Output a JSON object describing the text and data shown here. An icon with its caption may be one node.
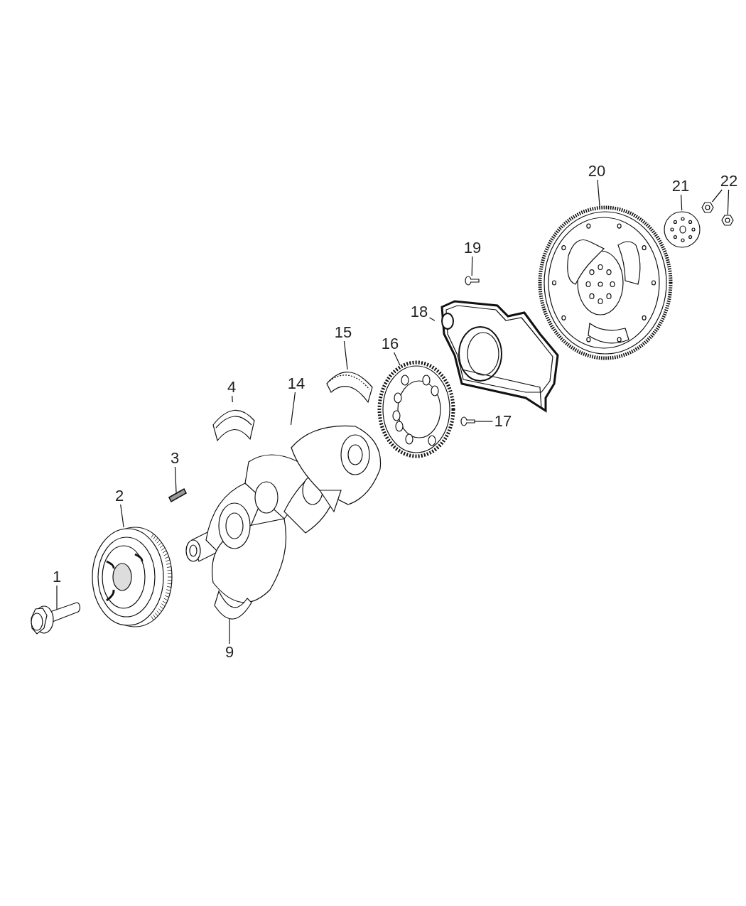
{
  "diagram": {
    "nodes": [
      {
        "text": [
          "1"
        ]
      },
      {
        "text": [
          "2"
        ]
      },
      {
        "text": [
          "3"
        ]
      },
      {
        "text": [
          "4"
        ]
      },
      {
        "text": [
          "9"
        ]
      },
      {
        "text": [
          "14"
        ]
      },
      {
        "text": [
          "15"
        ]
      },
      {
        "text": [
          "16"
        ]
      },
      {
        "text": [
          "17"
        ]
      },
      {
        "text": [
          "18"
        ]
      },
      {
        "text": [
          "19"
        ]
      },
      {
        "text": [
          "20"
        ]
      },
      {
        "text": [
          "21"
        ]
      },
      {
        "text": [
          "22"
        ]
      },
      {
        "text": [],
        "shape": "picture"
      },
      {
        "text": [],
        "shape": "picture"
      },
      {
        "text": [],
        "shape": "picture"
      },
      {
        "text": [],
        "shape": "picture"
      },
      {
        "text": [],
        "shape": "picture"
      },
      {
        "text": [],
        "shape": "picture"
      },
      {
        "text": [],
        "shape": "picture"
      },
      {
        "text": [],
        "shape": "picture"
      },
      {
        "text": [],
        "shape": "picture"
      },
      {
        "text": [],
        "shape": "picture"
      },
      {
        "text": [],
        "shape": "picture"
      },
      {
        "text": [],
        "shape": "picture"
      },
      {
        "text": [],
        "shape": "picture"
      },
      {
        "text": [],
        "shape": "picture"
      },
      {
        "text": [],
        "shape": "picture"
      }
    ],
    "edges": [
      {
        "from": 0,
        "to": 14,
        "arrow": "none"
      },
      {
        "from": 1,
        "to": 15,
        "arrow": "none"
      },
      {
        "from": 2,
        "to": 16,
        "arrow": "none"
      },
      {
        "from": 3,
        "to": 18,
        "arrow": "none"
      },
      {
        "from": 4,
        "to": 19,
        "arrow": "none"
      },
      {
        "from": 5,
        "to": 17,
        "arrow": "none"
      },
      {
        "from": 6,
        "to": 20,
        "arrow": "none"
      },
      {
        "from": 7,
        "to": 21,
        "arrow": "none"
      },
      {
        "from": 8,
        "to": 23,
        "arrow": "none"
      },
      {
        "from": 9,
        "to": 22,
        "arrow": "none"
      },
      {
        "from": 10,
        "to": 24,
        "arrow": "none"
      },
      {
        "from": 11,
        "to": 25,
        "arrow": "none"
      },
      {
        "from": 12,
        "to": 26,
        "arrow": "none"
      },
      {
        "from": 13,
        "to": 27,
        "arrow": "none"
      },
      {
        "from": 13,
        "to": 28,
        "arrow": "none"
      }
    ]
  }
}
